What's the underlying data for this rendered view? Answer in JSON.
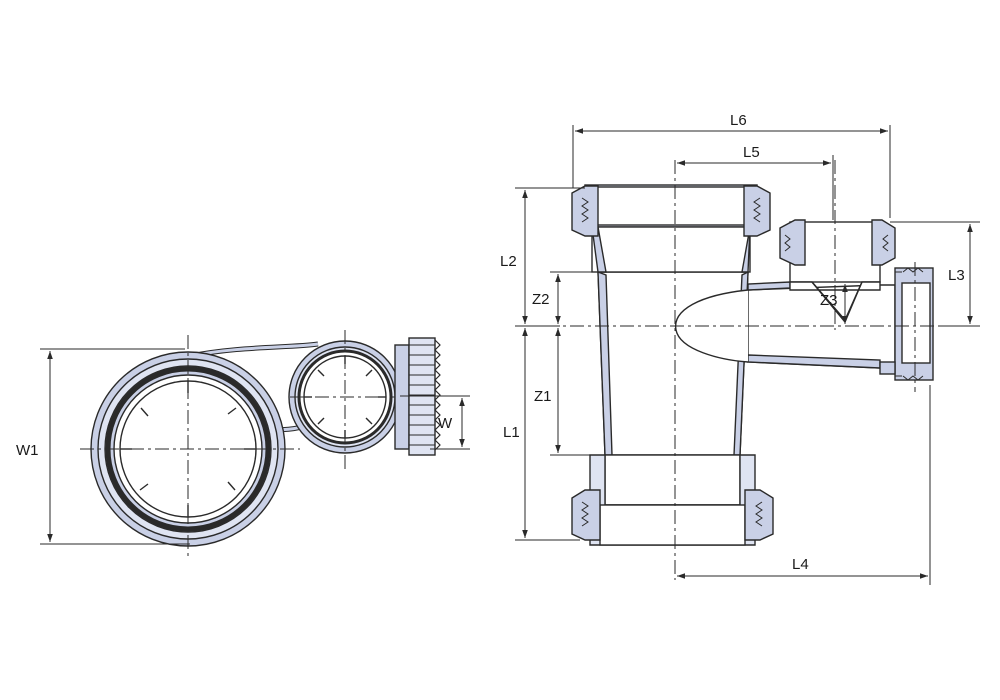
{
  "colors": {
    "background": "#ffffff",
    "line": "#2a2a2a",
    "fitting_fill": "#c9d0e6",
    "fitting_fill_light": "#dfe4f2",
    "body_fill": "#ffffff"
  },
  "labels": {
    "W1": "W1",
    "W": "W",
    "L1": "L1",
    "L2": "L2",
    "L3": "L3",
    "L4": "L4",
    "L5": "L5",
    "L6": "L6",
    "Z1": "Z1",
    "Z2": "Z2",
    "Z3": "Z3"
  }
}
